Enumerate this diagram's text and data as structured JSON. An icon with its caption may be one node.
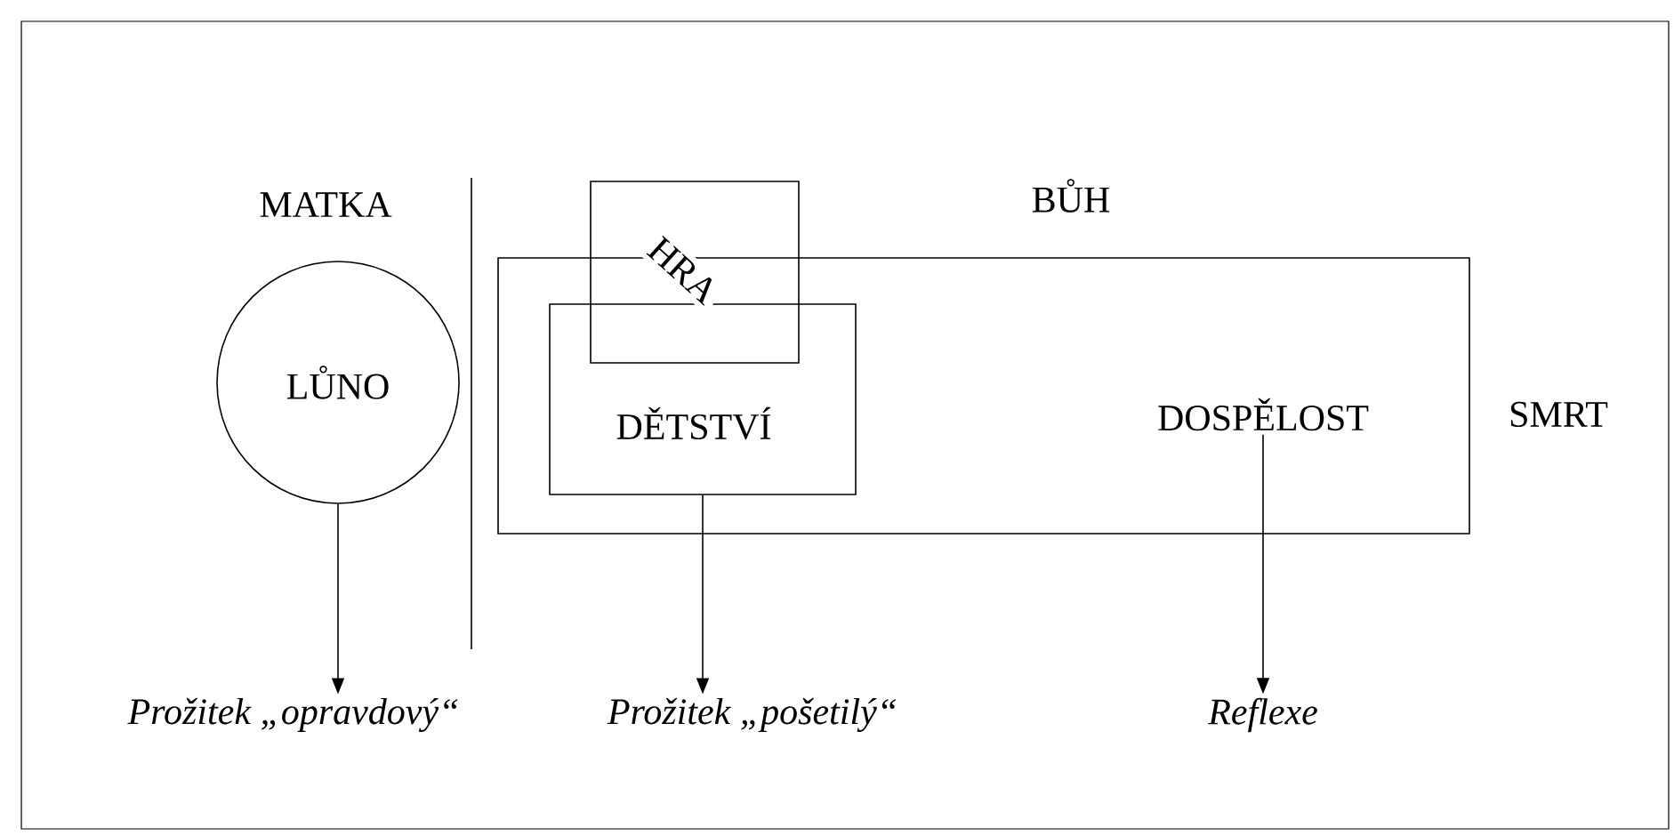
{
  "diagram": {
    "nodes": [
      {
        "text": [
          "LŮNO"
        ]
      },
      {
        "text": [
          "BŮH"
        ]
      },
      {
        "text": [
          "DĚTSTVÍ"
        ],
        "in": 1
      },
      {
        "text": [
          "HRA"
        ]
      },
      {
        "text": [
          "DOSPĚLOST"
        ],
        "in": 1
      },
      {
        "text": [
          "Prožitek „opravdový“"
        ]
      },
      {
        "text": [
          "Prožitek „pošetilý“"
        ]
      },
      {
        "text": [
          "Reflexe"
        ]
      }
    ],
    "edges": [
      {
        "from": 0,
        "to": 5,
        "arrow": "to"
      },
      {
        "from": 2,
        "to": 6,
        "arrow": "to"
      },
      {
        "from": 4,
        "to": 7,
        "arrow": "to"
      }
    ],
    "labels": [
      "MATKA",
      "SMRT"
    ]
  }
}
